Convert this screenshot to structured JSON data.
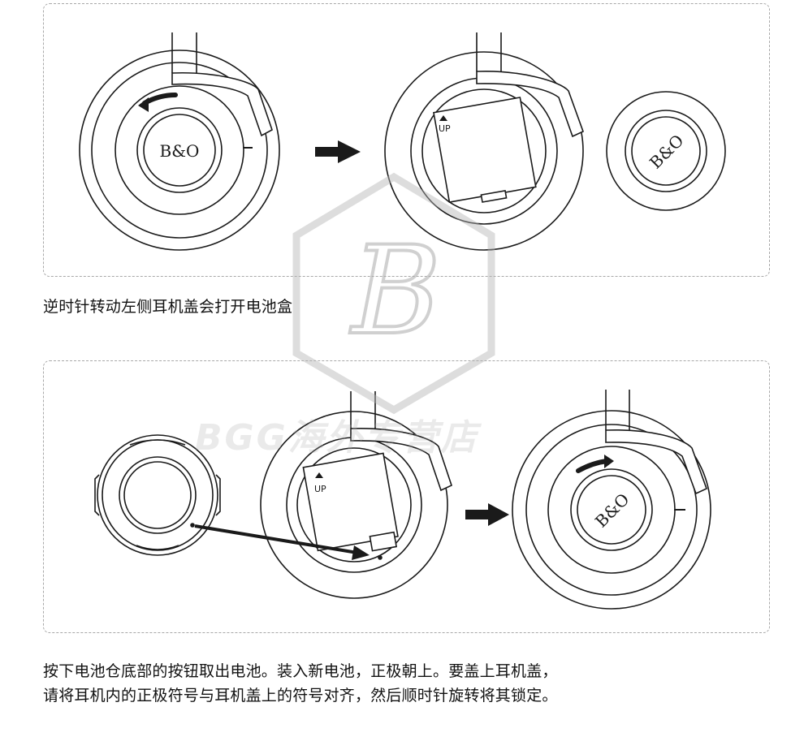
{
  "step1": {
    "caption": "逆时针转动左侧耳机盖会打开电池盒",
    "logo_text": "B&O",
    "battery_label": "UP"
  },
  "step2": {
    "caption_line1": "按下电池仓底部的按钮取出电池。装入新电池，正极朝上。要盖上耳机盖，",
    "caption_line2": "请将耳机内的正极符号与耳机盖上的符号对齐，然后顺时针旋转将其锁定。",
    "battery_label": "UP"
  },
  "watermark": {
    "text": "BGG海外专营店",
    "logo_letter": "B"
  },
  "colors": {
    "line": "#1a1a1a",
    "panel_border": "#a8a8a8",
    "watermark": "#c8c8c8"
  }
}
